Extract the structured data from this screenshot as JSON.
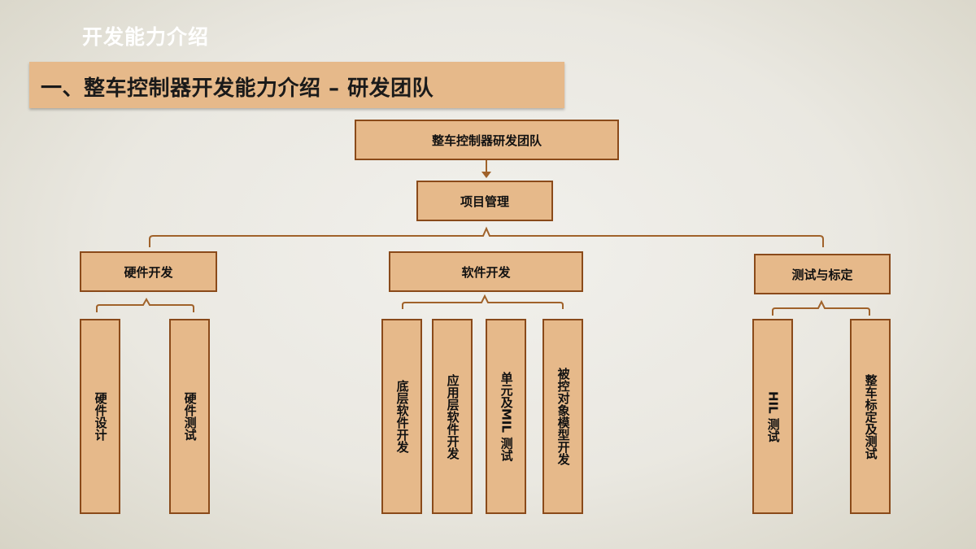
{
  "header": {
    "section_title": "开发能力介绍",
    "banner_title": "一、整车控制器开发能力介绍 – 研发团队"
  },
  "org": {
    "root": "整车控制器研发团队",
    "pm": "项目管理",
    "groups": {
      "hardware": "硬件开发",
      "software": "软件开发",
      "test": "测试与标定"
    },
    "leaves": {
      "hw_design": "硬件设计",
      "hw_test": "硬件测试",
      "sw_base": "底层软件开发",
      "sw_app": "应用层软件开发",
      "sw_unit": "单元及MIL 测试",
      "sw_model": "被控对象模型开发",
      "test_hil": "HIL 测试",
      "test_calib": "整车标定及测试"
    }
  },
  "colors": {
    "box_fill": "#e6b98a",
    "box_border": "#8a4a1a",
    "connector": "#a0622a"
  }
}
